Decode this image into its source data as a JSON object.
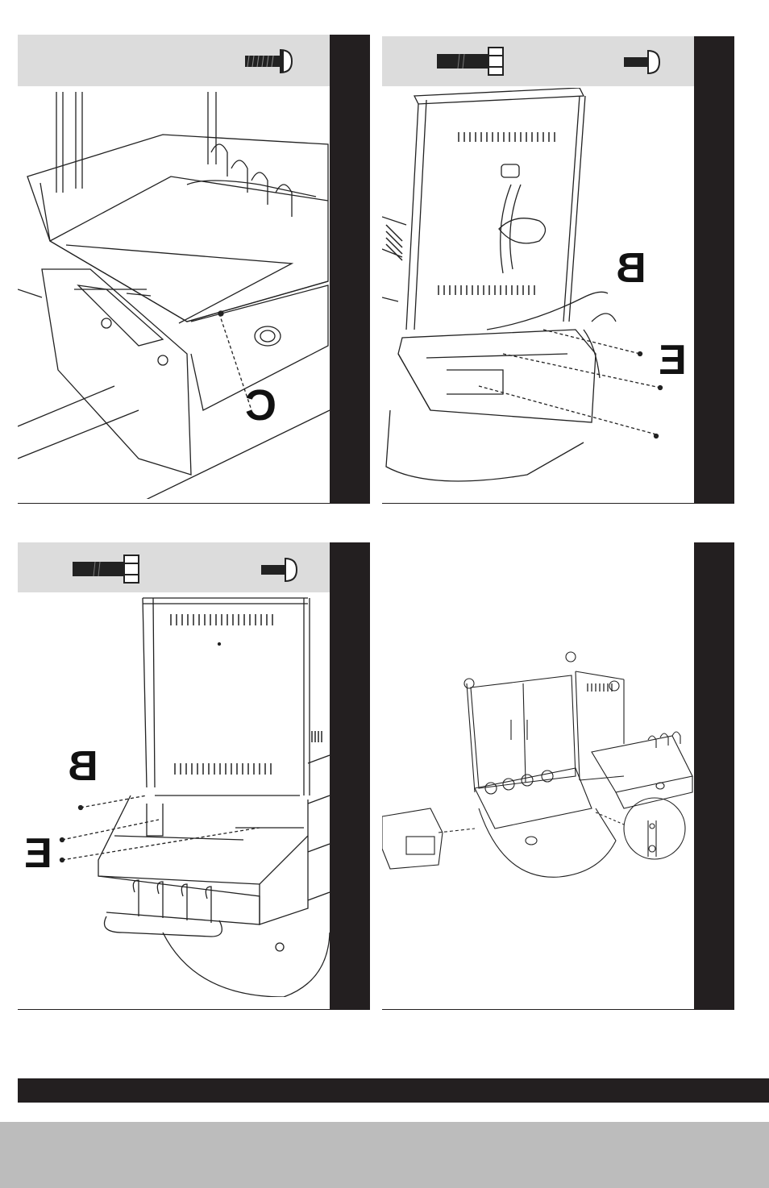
{
  "panels": [
    {
      "id": 1,
      "callouts": [
        "C"
      ],
      "hardware": [
        "bolt-short"
      ]
    },
    {
      "id": 2,
      "callouts": [
        "B",
        "E"
      ],
      "hardware": [
        "bolt-long",
        "bolt-short"
      ]
    },
    {
      "id": 3,
      "callouts": [
        "B",
        "E"
      ],
      "hardware": [
        "bolt-long",
        "bolt-short"
      ]
    },
    {
      "id": 4,
      "callouts": [],
      "hardware": []
    }
  ],
  "colors": {
    "header": "#dcdcdc",
    "bar": "#231f20",
    "footer_band": "#bcbcbc",
    "line": "#222222"
  }
}
